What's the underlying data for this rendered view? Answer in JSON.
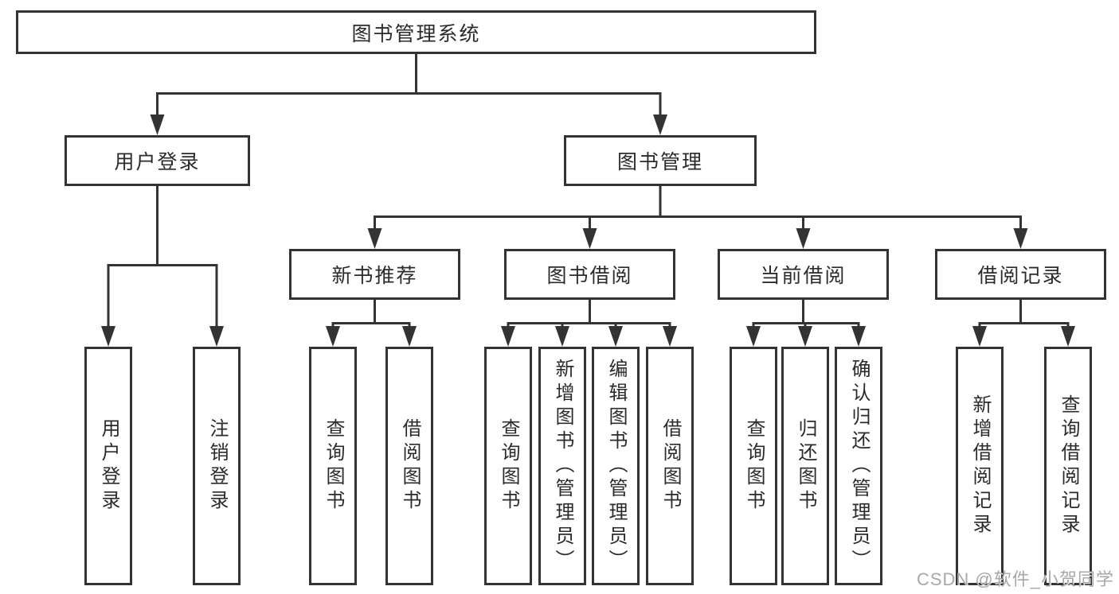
{
  "meta": {
    "background_color": "#ffffff",
    "line_color": "#333333",
    "box_border_color": "#333333",
    "text_color": "#2b2b2b",
    "watermark_color": "#a8a8a8"
  },
  "tree": {
    "label": "图书管理系统",
    "children": [
      {
        "label": "用户登录",
        "children": [
          {
            "label": "用户登录"
          },
          {
            "label": "注销登录"
          }
        ]
      },
      {
        "label": "图书管理",
        "children": [
          {
            "label": "新书推荐",
            "children": [
              {
                "label": "查询图书"
              },
              {
                "label": "借阅图书"
              }
            ]
          },
          {
            "label": "图书借阅",
            "children": [
              {
                "label": "查询图书"
              },
              {
                "label": "新增图书（管理员）"
              },
              {
                "label": "编辑图书（管理员）"
              },
              {
                "label": "借阅图书"
              }
            ]
          },
          {
            "label": "当前借阅",
            "children": [
              {
                "label": "查询图书"
              },
              {
                "label": "归还图书"
              },
              {
                "label": "确认归还（管理员）"
              }
            ]
          },
          {
            "label": "借阅记录",
            "children": [
              {
                "label": "新增借阅记录"
              },
              {
                "label": "查询借阅记录"
              }
            ]
          }
        ]
      }
    ]
  },
  "watermark": {
    "text": "CSDN @软件_小贺同学"
  }
}
